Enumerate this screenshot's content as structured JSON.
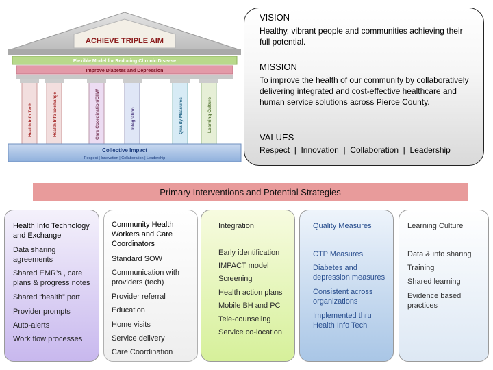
{
  "temple": {
    "title": "ACHIEVE TRIPLE AIM",
    "band1": "Flexible Model for Reducing Chronic Disease",
    "band2": "Improve Diabetes and Depression",
    "pillars": [
      "Health Info Tech",
      "Health Info Exchange",
      "Care Coordination/CHW",
      "Integration",
      "Quality Measures",
      "Learning Culture"
    ],
    "base_title": "Collective Impact",
    "base_values": "Respect | Innovation | Collaboration | Leadership"
  },
  "vmv": {
    "vision_heading": "VISION",
    "vision_text": "Healthy, vibrant people and communities achieving their full potential.",
    "mission_heading": "MISSION",
    "mission_text": "To improve the health of our community by collaboratively delivering integrated and cost-effective healthcare and human service solutions across Pierce County.",
    "values_heading": "VALUES",
    "values_text": "Respect  |  Innovation  |  Collaboration  |  Leadership"
  },
  "banner": "Primary Interventions and Potential Strategies",
  "columns": [
    {
      "heading": "Health Info Technology and Exchange",
      "items": [
        "Data sharing agreements",
        "Shared EMR’s , care plans & progress notes",
        "Shared “health” port",
        "Provider prompts",
        "Auto-alerts",
        "Work flow processes"
      ]
    },
    {
      "heading": "Community Health Workers and Care Coordinators",
      "items": [
        "Standard SOW",
        "Communication with providers (tech)",
        "Provider referral",
        "Education",
        "Home visits",
        "Service delivery",
        "Care Coordination"
      ]
    },
    {
      "heading": "Integration",
      "items": [
        "Early identification",
        "IMPACT model",
        "Screening",
        "Health action plans",
        "Mobile BH and PC",
        "Tele-counseling",
        "Service co-location"
      ]
    },
    {
      "heading": "Quality Measures",
      "items": [
        "CTP Measures",
        "Diabetes and depression measures",
        "Consistent across organizations",
        "Implemented thru Health Info Tech"
      ]
    },
    {
      "heading": "Learning Culture",
      "items": [
        "Data & info sharing",
        "Training",
        "Shared learning",
        "Evidence based practices"
      ]
    }
  ]
}
